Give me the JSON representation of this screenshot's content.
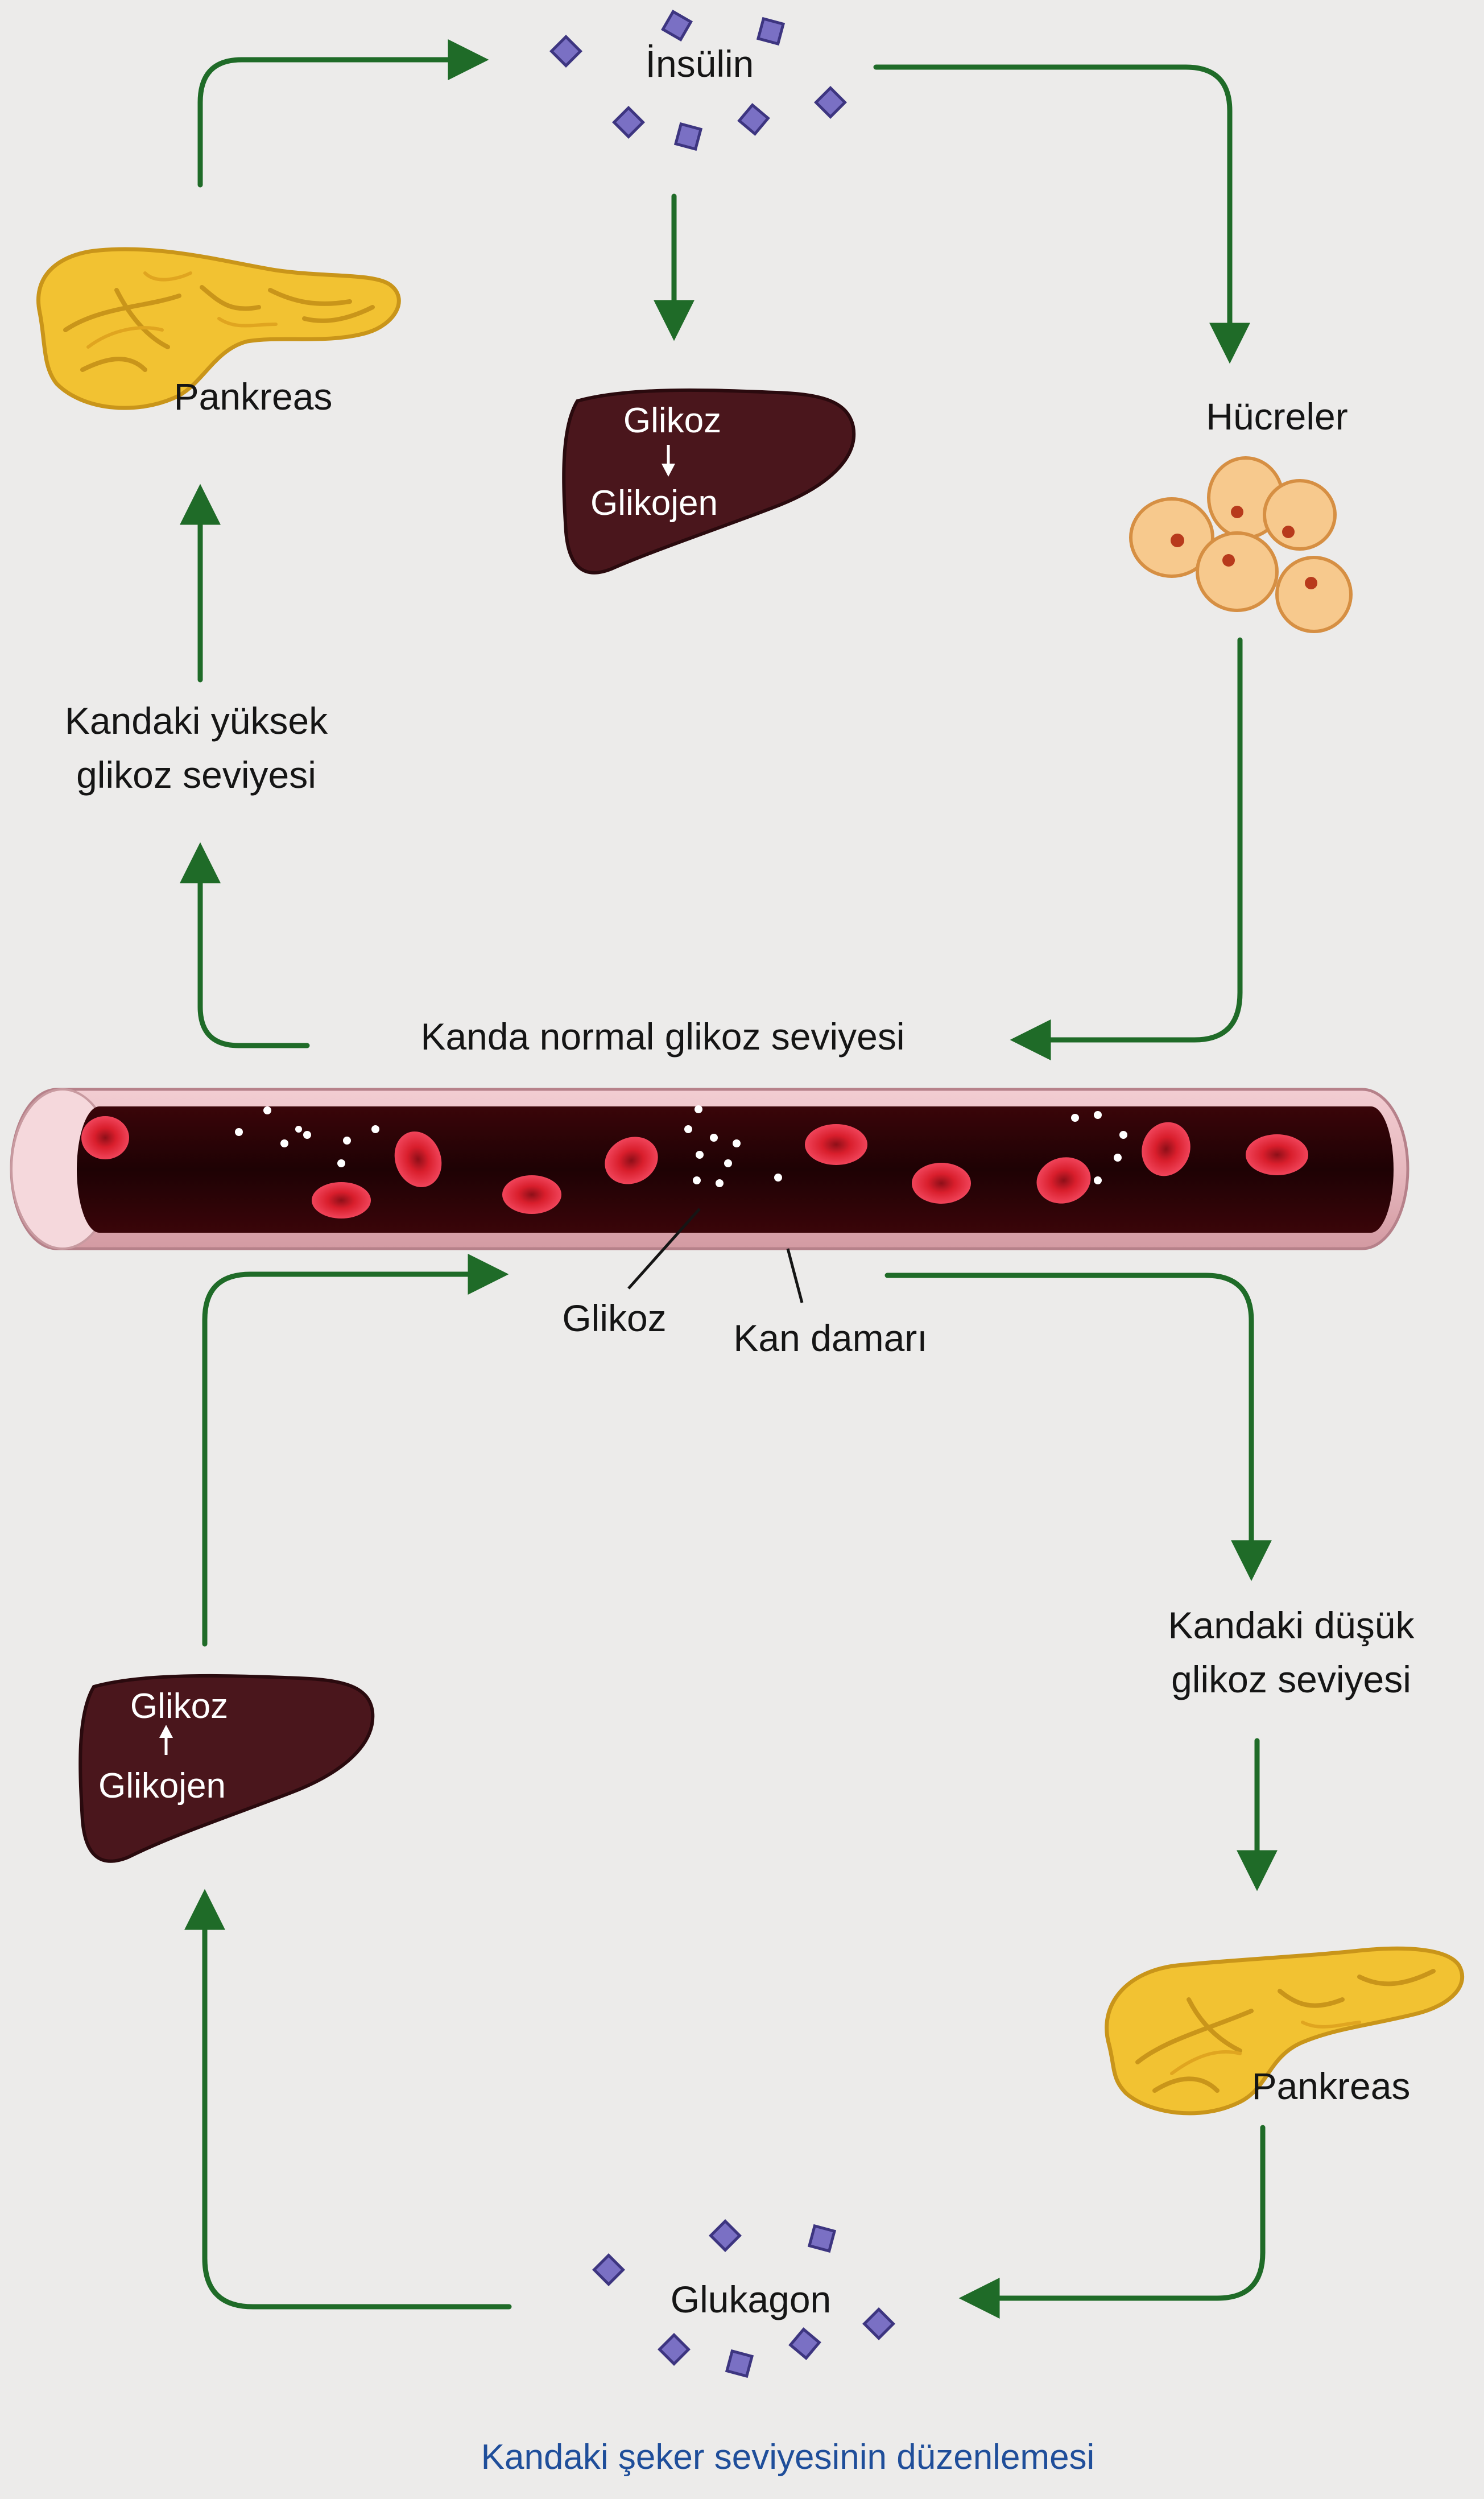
{
  "colors": {
    "arrow": "#1f6b28",
    "pancreas": "#f2c232",
    "pancreas_edge": "#c9951a",
    "liver": "#4a161c",
    "liver_edge": "#2a0a0e",
    "cell": "#f7c98d",
    "cell_edge": "#d68f43",
    "cell_nucleus": "#b83a1c",
    "hormone": "#7a70c4",
    "vessel_outer": "#e7b9bf",
    "vessel_inner": "#250306",
    "rbc": "#d91e2c",
    "glucose_dot": "#ffffff",
    "caption": "#1f4e9a"
  },
  "labels": {
    "insulin": "İnsülin",
    "pancreas_top": "Pankreas",
    "liver_top_line1": "Glikoz",
    "liver_top_line2": "Glikojen",
    "cells": "Hücreler",
    "high_glucose_line1": "Kandaki yüksek",
    "high_glucose_line2": "glikoz seviyesi",
    "normal_glucose": "Kanda normal glikoz seviyesi",
    "glucose": "Glikoz",
    "blood_vessel": "Kan damarı",
    "low_glucose_line1": "Kandaki düşük",
    "low_glucose_line2": "glikoz seviyesi",
    "pancreas_bottom": "Pankreas",
    "liver_bottom_line1": "Glikoz",
    "liver_bottom_line2": "Glikojen",
    "glucagon": "Glukagon"
  },
  "caption": "Kandaki şeker seviyesinin düzenlemesi",
  "icons": [
    "pancreas-icon",
    "liver-icon",
    "cells-icon",
    "insulin-molecule-icon",
    "glucagon-molecule-icon",
    "blood-vessel-icon",
    "red-blood-cell-icon"
  ]
}
